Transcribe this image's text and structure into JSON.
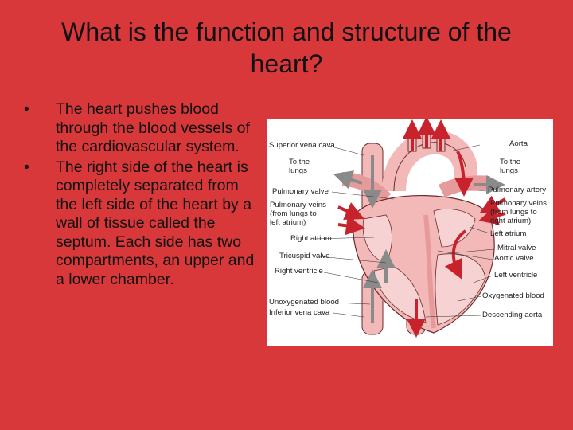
{
  "slide": {
    "title": "What is the function and structure of the heart?",
    "bullets": [
      "The heart pushes blood through the blood vessels of the cardiovascular system.",
      "The right side of the heart is completely separated from the left side of the heart by a wall of tissue called the septum. Each side has two compartments, an upper and a lower chamber."
    ],
    "bullet_glyph": "•"
  },
  "diagram": {
    "left_labels": [
      "Superior vena cava",
      "To the",
      "lungs",
      "Pulmonary valve",
      "Pulmonary veins",
      "(from lungs to",
      "left atrium)",
      "Right atrium",
      "Tricuspid valve",
      "Right ventricle",
      "Unoxygenated blood",
      "Inferior vena cava"
    ],
    "right_labels": [
      "Aorta",
      "To the",
      "lungs",
      "Pulmonary artery",
      "Pulmonary veins",
      "(from lungs to",
      "right atrium)",
      "Left atrium",
      "Mitral valve",
      "Aortic valve",
      "Left ventricle",
      "Oxygenated blood",
      "Descending aorta"
    ],
    "colors": {
      "tissue": "#f3b8b8",
      "tissue_dark": "#e79a9a",
      "interior": "#f7d2d2",
      "arrow_red": "#c8232c",
      "arrow_gray": "#8a8a8a",
      "outline": "#6b2a2a"
    }
  }
}
